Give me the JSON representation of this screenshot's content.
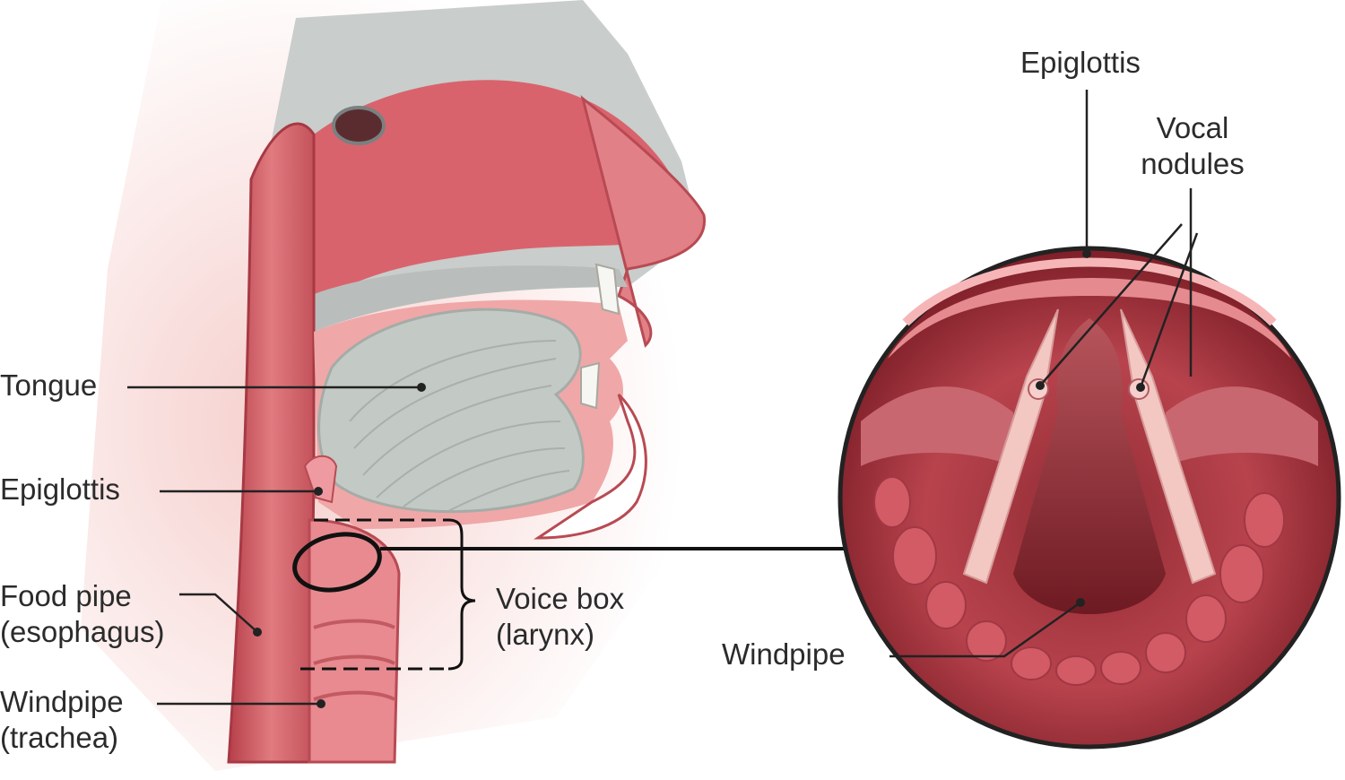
{
  "left_diagram": {
    "tongue": "Tongue",
    "epiglottis": "Epiglottis",
    "food_pipe": {
      "line1": "Food pipe",
      "line2": "(esophagus)"
    },
    "voice_box": {
      "line1": "Voice box",
      "line2": "(larynx)"
    },
    "windpipe": {
      "line1": "Windpipe",
      "line2": "(trachea)"
    }
  },
  "inset": {
    "epiglottis": "Epiglottis",
    "vocal_nodules": {
      "line1": "Vocal",
      "line2": "nodules"
    },
    "windpipe": "Windpipe"
  },
  "colors": {
    "tissue": "#c8505a",
    "tissue_light": "#ef9aa0",
    "bone": "#c9cdcb",
    "tongue": "#c3c9c4",
    "line": "#222222"
  }
}
